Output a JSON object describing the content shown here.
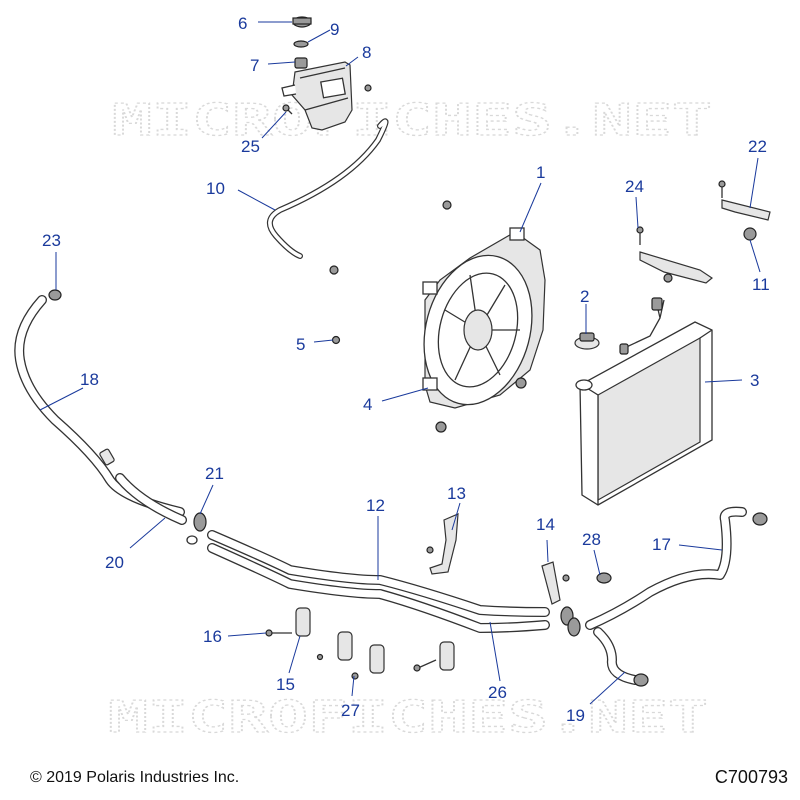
{
  "watermark": "MICROFICHES.NET",
  "copyright": "© 2019 Polaris Industries Inc.",
  "drawing_number": "C700793",
  "colors": {
    "callout": "#1a3a9c",
    "line": "#333333",
    "watermark": "#d9d9d9"
  },
  "callouts": [
    "1",
    "2",
    "3",
    "4",
    "5",
    "6",
    "7",
    "8",
    "9",
    "10",
    "11",
    "12",
    "13",
    "14",
    "15",
    "16",
    "17",
    "18",
    "19",
    "20",
    "21",
    "22",
    "23",
    "24",
    "25",
    "26",
    "27",
    "28"
  ]
}
